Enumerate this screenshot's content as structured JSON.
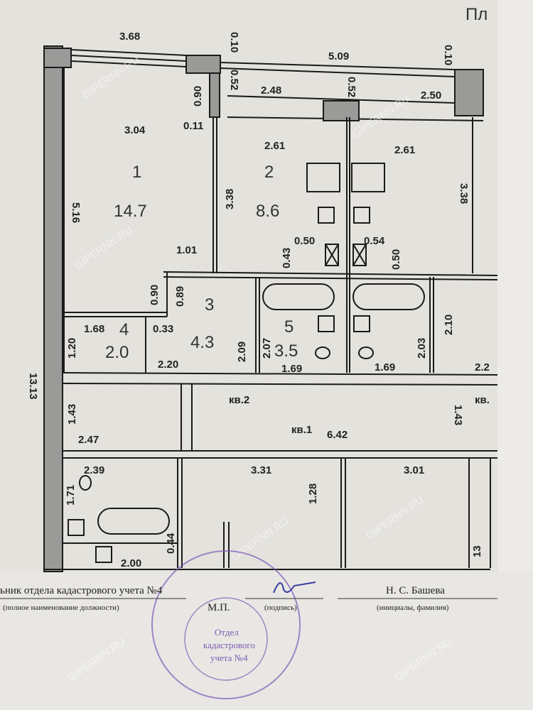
{
  "heading_fragment": "Пл",
  "labels": [
    "3.68",
    "0.10",
    "5.09",
    "0.10",
    "0.52",
    "2.48",
    "0.52",
    "2.50",
    "0.90",
    "0.11",
    "3.04",
    "2.61",
    "2.61",
    "5.16",
    "3.38",
    "3.38",
    "1.01",
    "0.43",
    "0.50",
    "0.54",
    "0.50",
    "0.90",
    "0.89",
    "1.68",
    "0.33",
    "2.20",
    "2.09",
    "2.07",
    "1.69",
    "1.69",
    "2.10",
    "2.03",
    "2.2",
    "1.20",
    "13.13",
    "1.43",
    "2.47",
    "6.42",
    "1.43",
    "2.39",
    "3.31",
    "3.01",
    "1.28",
    "1.71",
    "0.44",
    "2.00",
    "13"
  ],
  "rooms": [
    {
      "number": "1",
      "area": "14.7"
    },
    {
      "number": "2",
      "area": "8.6"
    },
    {
      "number": "3",
      "area": "4.3"
    },
    {
      "number": "4",
      "area": "2.0"
    },
    {
      "number": "5",
      "area": "3.5"
    }
  ],
  "apartments": [
    "кв.2",
    "кв.1",
    "кв."
  ],
  "footer": {
    "position": "ьник отдела кадастрового учета №4",
    "position_caption": "(полное наименование должности)",
    "stamp_place": "М.П.",
    "signature_caption": "(подпись)",
    "name": "Н. С. Башева",
    "name_caption": "(инициалы, фамилия)"
  },
  "stamp": {
    "line1": "Отдел",
    "line2": "кадастрового",
    "line3": "учета №4"
  },
  "watermark": "GIPERNN.RU",
  "colors": {
    "paper": "#e4e2dd",
    "wall": "#9a9a98",
    "line": "#1a1a1a",
    "stamp": "#7a5cb8"
  }
}
